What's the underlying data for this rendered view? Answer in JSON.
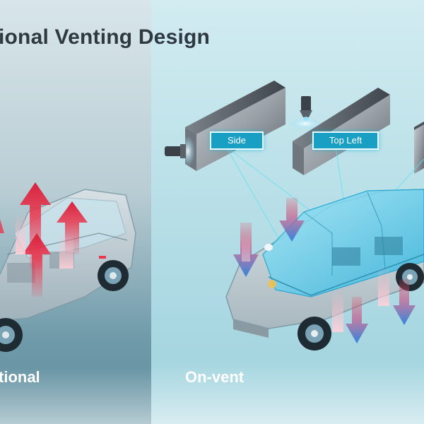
{
  "title": "ional Venting Design",
  "panels": {
    "left_label": "tional",
    "right_label": "On-vent"
  },
  "tags": {
    "side": "Side",
    "top_left": "Top Left"
  },
  "colors": {
    "hot_arrow": "#e8384f",
    "cold_arrow": "#3a8fe0",
    "tag_bg": "#1a9fc4",
    "title": "#2f3942"
  }
}
